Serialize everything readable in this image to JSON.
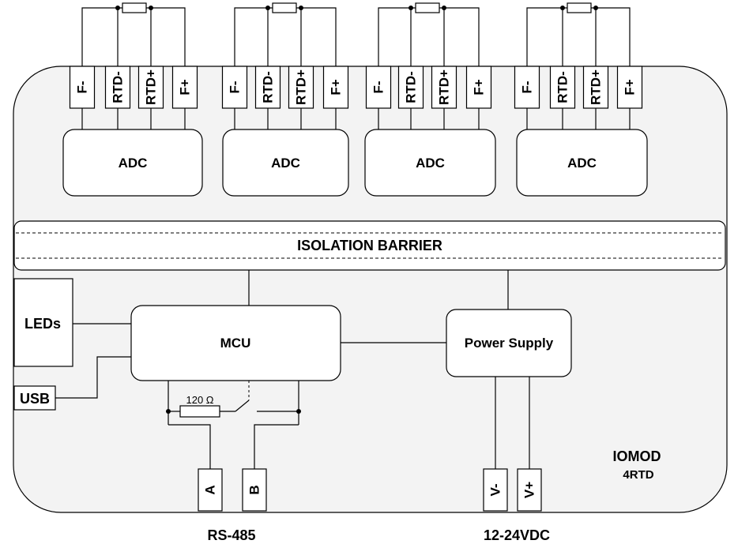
{
  "rtd_group": {
    "pins": [
      "F-",
      "RTD-",
      "RTD+",
      "F+"
    ],
    "adc_label": "ADC"
  },
  "isolation_label": "ISOLATION BARRIER",
  "leds_label": "LEDs",
  "usb_label": "USB",
  "mcu_label": "MCU",
  "power_supply_label": "Power Supply",
  "resistor_label": "120 Ω",
  "rs485": {
    "pins": [
      "A",
      "B"
    ],
    "label": "RS-485"
  },
  "power": {
    "pins": [
      "V-",
      "V+"
    ],
    "label": "12-24VDC"
  },
  "device": {
    "name": "IOMOD",
    "model": "4RTD"
  }
}
